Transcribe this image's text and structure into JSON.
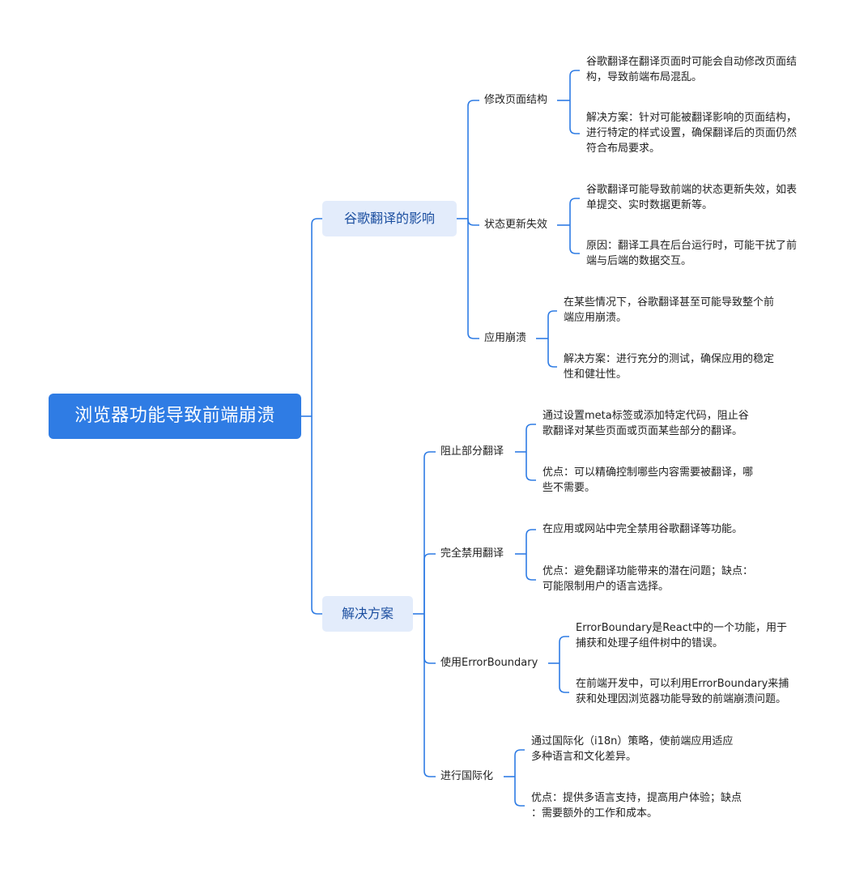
{
  "root": {
    "label": "浏览器功能导致前端崩溃"
  },
  "branches": [
    {
      "label": "谷歌翻译的影响",
      "children": [
        {
          "label": "修改页面结构",
          "leaves": [
            [
              "谷歌翻译在翻译页面时可能会自动修改页面结",
              "构，导致前端布局混乱。"
            ],
            [
              "解决方案：针对可能被翻译影响的页面结构，",
              "进行特定的样式设置，确保翻译后的页面仍然",
              "符合布局要求。"
            ]
          ]
        },
        {
          "label": "状态更新失效",
          "leaves": [
            [
              "谷歌翻译可能导致前端的状态更新失效，如表",
              "单提交、实时数据更新等。"
            ],
            [
              "原因：翻译工具在后台运行时，可能干扰了前",
              "端与后端的数据交互。"
            ]
          ]
        },
        {
          "label": "应用崩溃",
          "leaves": [
            [
              "在某些情况下，谷歌翻译甚至可能导致整个前",
              "端应用崩溃。"
            ],
            [
              "解决方案：进行充分的测试，确保应用的稳定",
              "性和健壮性。"
            ]
          ]
        }
      ]
    },
    {
      "label": "解决方案",
      "children": [
        {
          "label": "阻止部分翻译",
          "leaves": [
            [
              "通过设置meta标签或添加特定代码，阻止谷",
              "歌翻译对某些页面或页面某些部分的翻译。"
            ],
            [
              "优点：可以精确控制哪些内容需要被翻译，哪",
              "些不需要。"
            ]
          ]
        },
        {
          "label": "完全禁用翻译",
          "leaves": [
            [
              "在应用或网站中完全禁用谷歌翻译等功能。"
            ],
            [
              "优点：避免翻译功能带来的潜在问题；缺点：",
              "可能限制用户的语言选择。"
            ]
          ]
        },
        {
          "label": "使用ErrorBoundary",
          "leaves": [
            [
              "ErrorBoundary是React中的一个功能，用于",
              "捕获和处理子组件树中的错误。"
            ],
            [
              "在前端开发中，可以利用ErrorBoundary来捕",
              "获和处理因浏览器功能导致的前端崩溃问题。"
            ]
          ]
        },
        {
          "label": "进行国际化",
          "leaves": [
            [
              "通过国际化（i18n）策略，使前端应用适应",
              "多种语言和文化差异。"
            ],
            [
              "优点：提供多语言支持，提高用户体验；缺点",
              "：需要额外的工作和成本。"
            ]
          ]
        }
      ]
    }
  ],
  "colors": {
    "root_fill": "#2f7ce4",
    "root_text": "#ffffff",
    "branch_fill": "#e3ecfb",
    "branch_text": "#1c4fa0",
    "connector": "#2f7ce4",
    "text": "#222222",
    "background": "#ffffff"
  }
}
